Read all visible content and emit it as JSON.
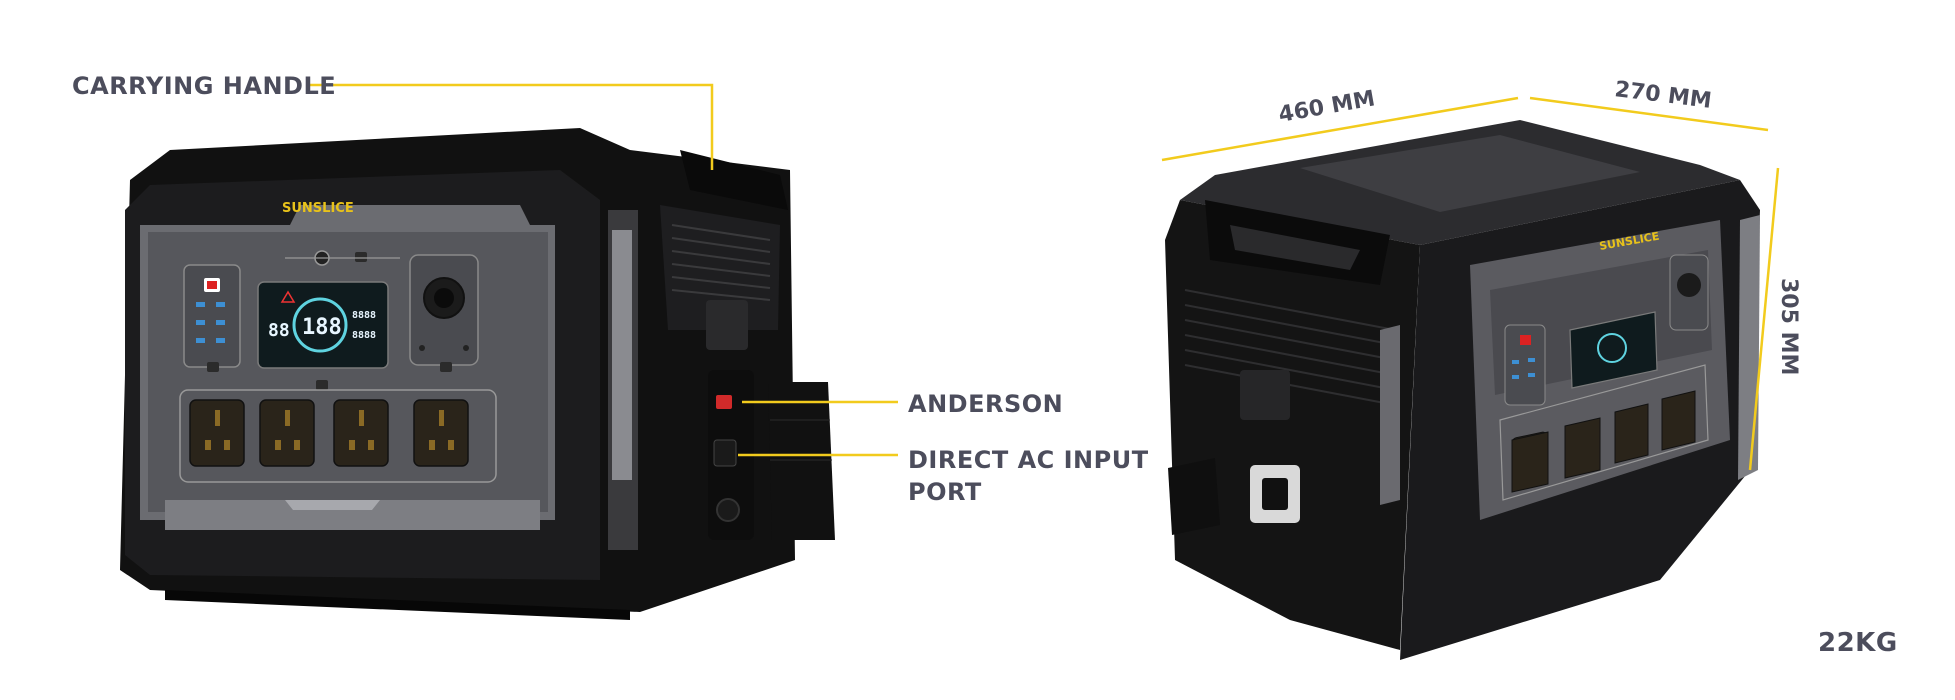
{
  "labels": {
    "carrying_handle": "CARRYING  HANDLE",
    "anderson": "ANDERSON",
    "direct_ac_input": "DIRECT AC INPUT PORT",
    "weight": "22KG"
  },
  "dimensions": {
    "length": "460 MM",
    "width": "270 MM",
    "height": "305 MM"
  },
  "brand": "SUNSLICE",
  "display_readout": {
    "percent": "188",
    "left_digits": "88",
    "right_top": "8888",
    "right_bottom": "8888"
  },
  "colors": {
    "callout_line": "#f2cb1d",
    "label_text": "#4c4d5c",
    "body_dark": "#141414",
    "panel_gray": "#5b5b60",
    "brand_yellow": "#e8c21a",
    "display_cyan": "#5fd3e0"
  }
}
